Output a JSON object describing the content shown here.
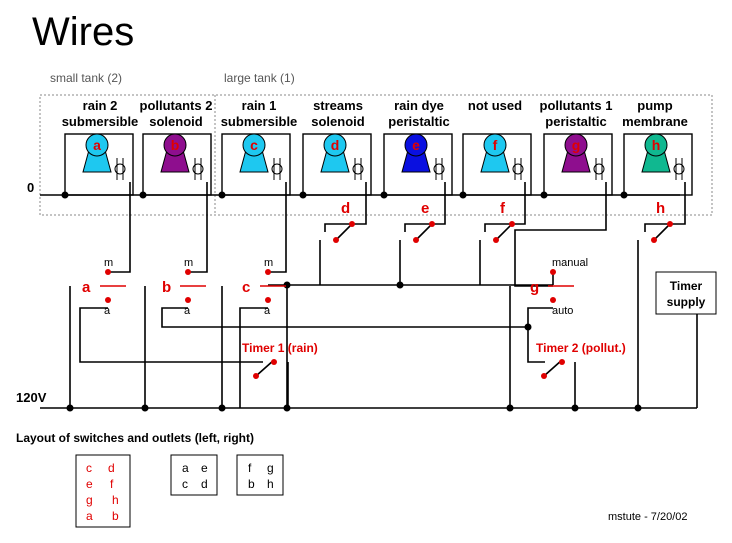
{
  "title": "Wires",
  "tanks": {
    "small": "small tank (2)",
    "large": "large tank (1)"
  },
  "devices": [
    {
      "letter": "a",
      "line1": "rain 2",
      "line2": "submersible",
      "color": "#1ec8f0"
    },
    {
      "letter": "b",
      "line1": "pollutants 2",
      "line2": "solenoid",
      "color": "#8e0e8e"
    },
    {
      "letter": "c",
      "line1": "rain 1",
      "line2": "submersible",
      "color": "#1ec8f0"
    },
    {
      "letter": "d",
      "line1": "streams",
      "line2": "solenoid",
      "color": "#1ec8f0"
    },
    {
      "letter": "e",
      "line1": "rain dye",
      "line2": "peristaltic",
      "color": "#0a10e0"
    },
    {
      "letter": "f",
      "line1": "not used",
      "line2": "",
      "color": "#1ec8f0"
    },
    {
      "letter": "g",
      "line1": "pollutants 1",
      "line2": "peristaltic",
      "color": "#8e0e8e"
    },
    {
      "letter": "h",
      "line1": "pump",
      "line2": "membrane",
      "color": "#10b890"
    }
  ],
  "bus": {
    "zero": "0",
    "hot": "120V"
  },
  "top_switches": [
    "d",
    "e",
    "f",
    "h"
  ],
  "selectors": [
    {
      "letter": "a",
      "m": "m",
      "a": "a"
    },
    {
      "letter": "b",
      "m": "m",
      "a": "a"
    },
    {
      "letter": "c",
      "m": "m",
      "a": "a"
    },
    {
      "letter": "g",
      "m": "manual",
      "a": "auto"
    }
  ],
  "timers": {
    "timer1": "Timer 1 (rain)",
    "timer2": "Timer 2 (pollut.)",
    "supply_line1": "Timer",
    "supply_line2": "supply"
  },
  "layout": {
    "heading": "Layout of switches and outlets (left, right)",
    "box1": [
      [
        "c",
        "d"
      ],
      [
        "e",
        "f"
      ],
      [
        "g",
        "h"
      ],
      [
        "a",
        "b"
      ]
    ],
    "box2": [
      [
        "a",
        "e"
      ],
      [
        "c",
        "d"
      ]
    ],
    "box3": [
      [
        "f",
        "g"
      ],
      [
        "b",
        "h"
      ]
    ]
  },
  "signature": "mstute - 7/20/02"
}
